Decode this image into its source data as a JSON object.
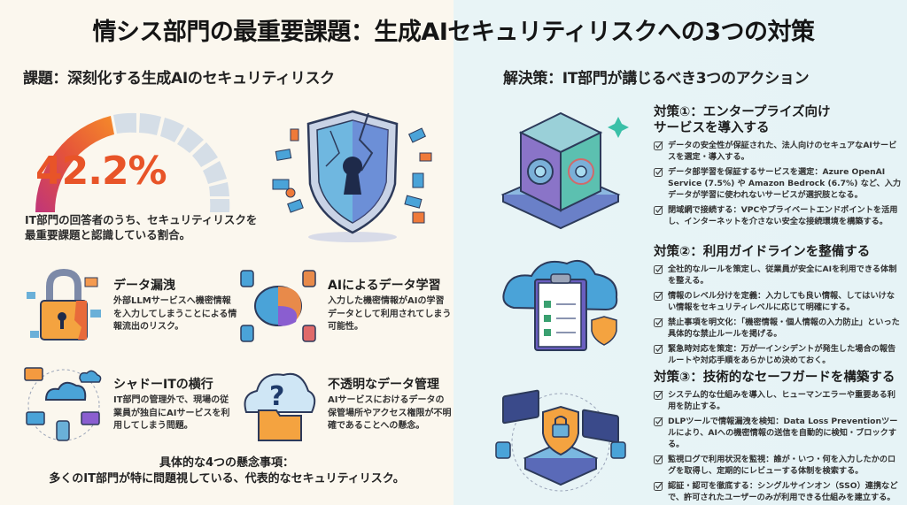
{
  "header": {
    "title": "情シス部門の最重要課題：生成AIセキュリティリスクへの3つの対策"
  },
  "left": {
    "section_title": "課題：深刻化する生成AIのセキュリティリスク",
    "gauge": {
      "value": "42.2%",
      "percent": 42.2,
      "caption": "IT部門の回答者のうち、セキュリティリスクを最重要課題と認識している割合。",
      "fill_color_start": "#c0357a",
      "fill_color_end": "#f58a2a",
      "empty_color": "#d7dfe7",
      "value_color": "#e85428"
    },
    "illustration": "broken-shield-keyhole",
    "risks": [
      {
        "icon": "broken-padlock-icon",
        "title": "データ漏洩",
        "desc": "外部LLMサービスへ機密情報を入力してしまうことによる情報流出のリスク。"
      },
      {
        "icon": "ai-brain-database-icon",
        "title": "AIによるデータ学習",
        "desc": "入力した機密情報がAIの学習データとして利用されてしまう可能性。"
      },
      {
        "icon": "shadow-it-network-icon",
        "title": "シャドーITの横行",
        "desc": "IT部門の管理外で、現場の従業員が独自にAIサービスを利用してしまう問題。"
      },
      {
        "icon": "cloud-question-folder-icon",
        "title": "不透明なデータ管理",
        "desc": "AIサービスにおけるデータの保管場所やアクセス権限が不明確であることへの懸念。"
      }
    ],
    "footer": {
      "line1": "具体的な4つの懸念事項：",
      "line2": "多くのIT部門が特に問題視している、代表的なセキュリティリスク。"
    }
  },
  "right": {
    "section_title": "解決策：IT部門が講じるべき3つのアクション",
    "actions": [
      {
        "icon": "secure-vault-icon",
        "title": "対策①：エンタープライズ向けサービスを導入する",
        "items": [
          "データの安全性が保証された、法人向けのセキュアなAIサービスを選定・導入する。",
          "データ部学習を保証するサービスを選定：Azure OpenAI Service (7.5%) や Amazon Bedrock (6.7%) など、入力データが学習に使われないサービスが選択肢となる。",
          "閉域網で接続する：VPCやプライベートエンドポイントを活用し、インターネットを介さない安全な接続環境を構築する。"
        ]
      },
      {
        "icon": "guideline-clipboard-icon",
        "title": "対策②：利用ガイドラインを整備する",
        "items": [
          "全社的なルールを策定し、従業員が安全にAIを利用できる体制を整える。",
          "情報のレベル分けを定義：入力しても良い情報、してはいけない情報をセキュリティレベルに応じて明確にする。",
          "禁止事項を明文化：「機密情報・個人情報の入力防止」といった具体的な禁止ルールを掲げる。",
          "緊急時対応を策定：万が一インシデントが発生した場合の報告ルートや対応手順をあらかじめ決めておく。"
        ]
      },
      {
        "icon": "technical-safeguard-icon",
        "title": "対策③：技術的なセーフガードを構築する",
        "items": [
          "システム的な仕組みを導入し、ヒューマンエラーや重要ある利用を防止する。",
          "DLPツールで情報漏洩を検知：Data Loss Preventionツールにより、AIへの機密情報の送信を自動的に検知・ブロックする。",
          "監視ログで利用状況を監視：誰が・いつ・何を入力したかのログを取得し、定期的にレビューする体制を検索する。",
          "認証・認可を徹底する：シングルサインオン（SSO）連携などで、許可されたユーザーのみが利用できる仕組みを建立する。"
        ]
      }
    ]
  }
}
